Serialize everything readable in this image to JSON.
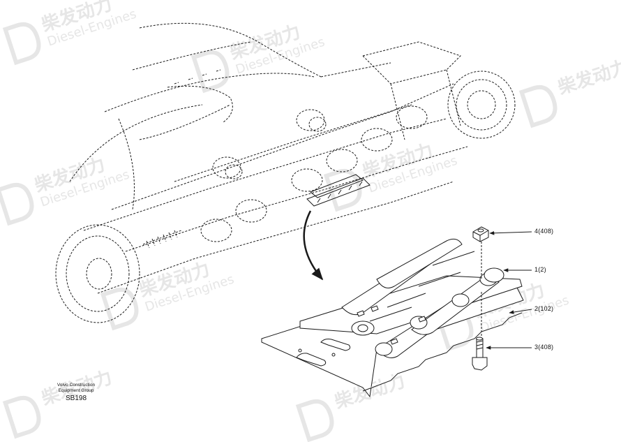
{
  "watermark": {
    "brand_cn": "柴发动力",
    "brand_en": "Diesel-Engines"
  },
  "callouts": [
    {
      "id": "4",
      "qty": "(408)"
    },
    {
      "id": "1",
      "qty": "(2)"
    },
    {
      "id": "2",
      "qty": "(102)"
    },
    {
      "id": "3",
      "qty": "(408)"
    }
  ],
  "caption": {
    "company_line1": "Volvo Construction",
    "company_line2": "Equipment Group",
    "code": "SB198"
  },
  "colors": {
    "line": "#1a1a1a",
    "watermark": "#e8e8e8",
    "background": "#ffffff"
  }
}
